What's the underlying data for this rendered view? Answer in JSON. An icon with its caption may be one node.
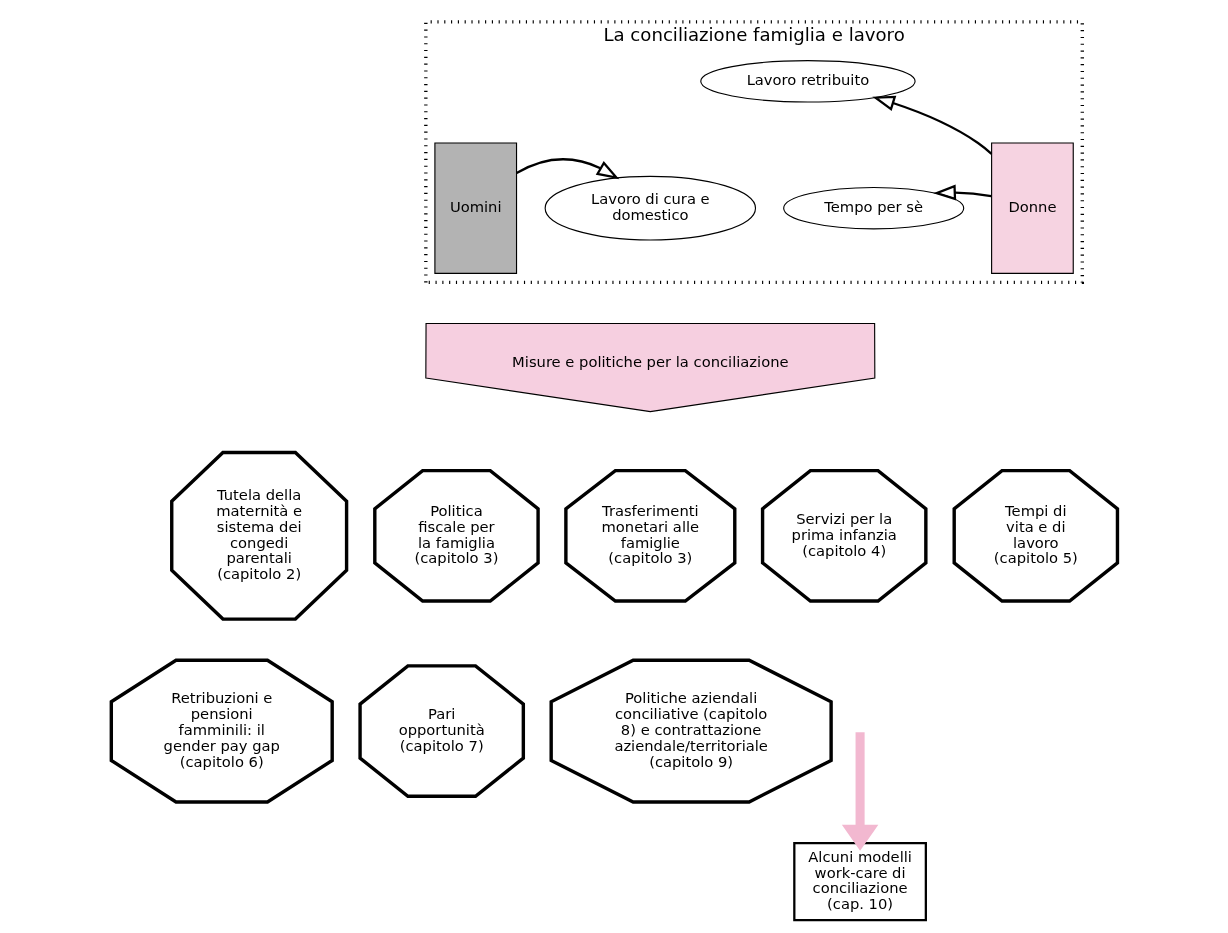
{
  "diagram": {
    "nodes": [
      {
        "text": [
          "La conciliazione famiglia e lavoro"
        ]
      },
      {
        "text": [
          "Uomini"
        ],
        "in": 0
      },
      {
        "text": [
          "Lavoro retribuito"
        ],
        "in": 0
      },
      {
        "text": [
          "Donne"
        ],
        "in": 0
      },
      {
        "text": [
          "Lavoro di cura e domestico"
        ],
        "in": 0
      },
      {
        "text": [
          "Tempo per sè"
        ],
        "in": 0
      },
      {
        "text": [
          "Misure e politiche per la conciliazione"
        ]
      },
      {
        "text": [
          "Tutela della maternità e sistema dei congedi parentali (capitolo 2)"
        ]
      },
      {
        "text": [
          "Politica fiscale per la famiglia (capitolo 3)"
        ]
      },
      {
        "text": [
          "Trasferimenti monetari alle famiglie (capitolo 3)"
        ]
      },
      {
        "text": [
          "Servizi per la prima infanzia (capitolo 4)"
        ]
      },
      {
        "text": [
          "Tempi di vita e di lavoro (capitolo 5)"
        ]
      },
      {
        "text": [
          "Retribuzioni e pensioni famminili: il gender pay gap (capitolo 6)"
        ]
      },
      {
        "text": [
          "Pari opportunità (capitolo 7)"
        ]
      },
      {
        "text": [
          "Politiche aziendali conciliative (capitolo 8) e contrattazione aziendale/territoriale (capitolo 9)"
        ]
      },
      {
        "text": [
          "Alcuni modelli work-care di conciliazione (cap. 10)"
        ]
      }
    ],
    "edges": [
      {
        "from": 1,
        "to": 4,
        "arrow": "to"
      },
      {
        "from": 3,
        "to": 2,
        "arrow": "to"
      },
      {
        "from": 3,
        "to": 5,
        "arrow": "to"
      },
      {
        "from": null,
        "to": 15,
        "arrow": "to",
        "style": "thick",
        "color": "#f2b8d0"
      }
    ]
  }
}
